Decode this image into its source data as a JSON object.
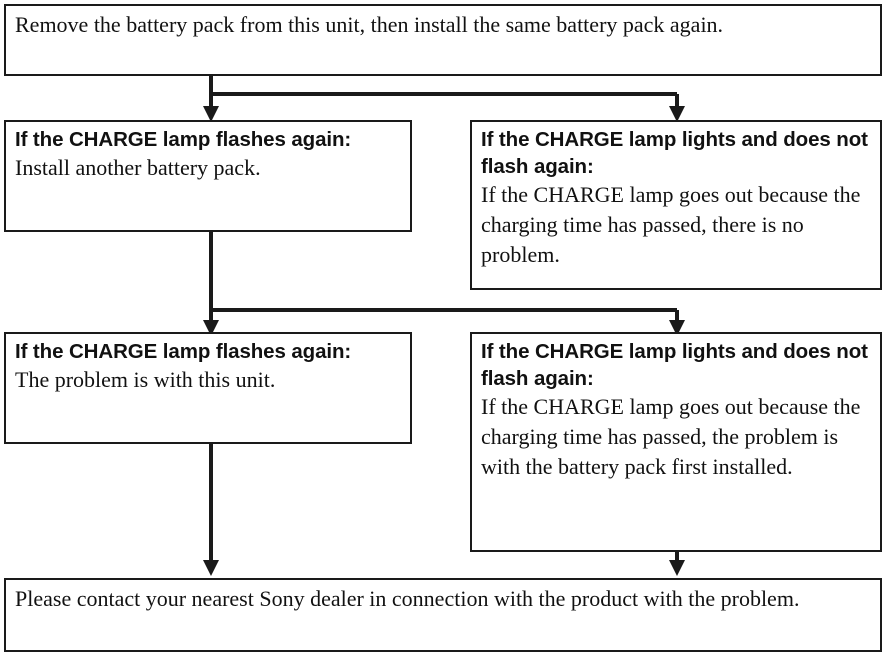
{
  "document": {
    "title": "Battery charge troubleshooting flowchart",
    "type": "flowchart",
    "line_color": "#1a1a1a",
    "background_color": "#ffffff"
  },
  "boxes": {
    "start": {
      "text": "Remove the battery pack from this unit,  then install the same battery pack again."
    },
    "flashes_again_1": {
      "heading": "If the CHARGE lamp flashes again:",
      "body": "Install another battery pack."
    },
    "lights_no_flash_1": {
      "heading": "If the CHARGE lamp lights and does not flash again:",
      "body": "If the CHARGE lamp goes out because the charging time has passed,  there is no problem."
    },
    "flashes_again_2": {
      "heading": "If the CHARGE lamp flashes again:",
      "body": "The problem is with this unit."
    },
    "lights_no_flash_2": {
      "heading": "If the CHARGE lamp lights and does not flash again:",
      "body": "If the CHARGE lamp goes out because the charging time has passed,  the problem is with the battery pack first installed."
    },
    "contact_dealer": {
      "text": "Please contact your nearest Sony dealer in connection with the product with the problem."
    }
  },
  "connectors": [
    {
      "name": "start-to-flashes-again-1",
      "kind": "split-arrow-left"
    },
    {
      "name": "start-to-lights-no-flash-1",
      "kind": "split-arrow-right"
    },
    {
      "name": "flashes-again-1-to-flashes-again-2",
      "kind": "split-arrow-left"
    },
    {
      "name": "flashes-again-1-to-lights-no-flash-2",
      "kind": "split-arrow-right"
    },
    {
      "name": "flashes-again-2-to-contact-dealer",
      "kind": "straight-arrow"
    },
    {
      "name": "lights-no-flash-2-to-contact-dealer",
      "kind": "straight-arrow"
    }
  ]
}
